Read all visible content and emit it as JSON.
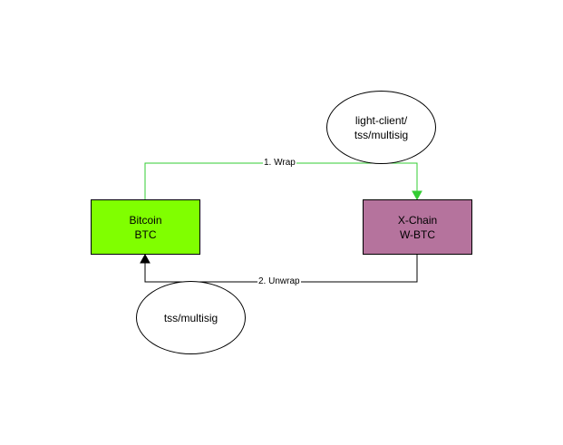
{
  "diagram": {
    "nodes": {
      "bitcoin": {
        "line1": "Bitcoin",
        "line2": "BTC",
        "fill": "#80ff00"
      },
      "xchain": {
        "line1": "X-Chain",
        "line2": "W-BTC",
        "fill": "#b5739d"
      },
      "light_client": {
        "line1": "light-client/",
        "line2": "tss/multisig"
      },
      "tss": {
        "line1": "tss/multisig"
      }
    },
    "edges": {
      "wrap": {
        "label": "1. Wrap",
        "color": "#33cc33"
      },
      "unwrap": {
        "label": "2. Unwrap",
        "color": "#000000"
      }
    }
  }
}
